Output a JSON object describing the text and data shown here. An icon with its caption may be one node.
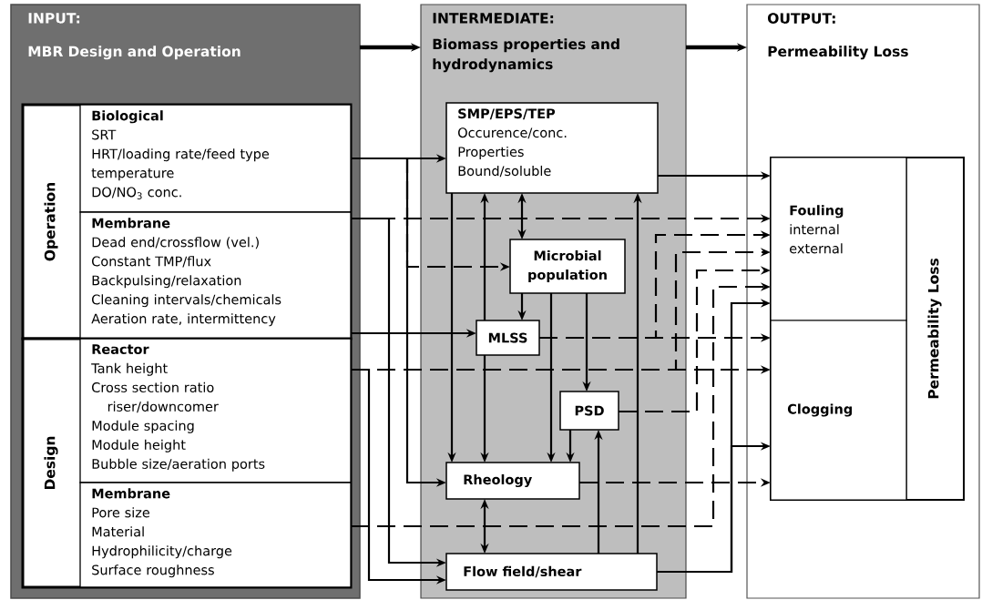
{
  "diagram": {
    "nodes": [
      {
        "text": [
          "INPUT:",
          "MBR Design and Operation"
        ]
      },
      {
        "text": [
          "Operation"
        ],
        "in": 0
      },
      {
        "text": [
          "Biological",
          "SRT",
          "HRT/loading rate/feed type",
          "temperature",
          "DO/NO$_{3}$ conc."
        ],
        "in": 1
      },
      {
        "text": [
          "Membrane",
          "Dead end/crossflow (vel.)",
          "Constant TMP/flux",
          "Backpulsing/relaxation",
          "Cleaning intervals/chemicals",
          "Aeration rate, intermittency"
        ],
        "in": 1
      },
      {
        "text": [
          "Design"
        ],
        "in": 0
      },
      {
        "text": [
          "Reactor",
          "Tank height",
          "Cross section ratio riser/downcomer",
          "Module spacing",
          "Module height",
          "Bubble size/aeration ports"
        ],
        "in": 4
      },
      {
        "text": [
          "Membrane",
          "Pore size",
          "Material",
          "Hydrophilicity/charge",
          "Surface roughness"
        ],
        "in": 4
      },
      {
        "text": [
          "INTERMEDIATE:",
          "Biomass properties and hydrodynamics"
        ]
      },
      {
        "text": [
          "SMP/EPS/TEP",
          "Occurence/conc.",
          "Properties",
          "Bound/soluble"
        ],
        "in": 7
      },
      {
        "text": [
          "Microbial population"
        ],
        "in": 7
      },
      {
        "text": [
          "MLSS"
        ],
        "in": 7
      },
      {
        "text": [
          "PSD"
        ],
        "in": 7
      },
      {
        "text": [
          "Rheology"
        ],
        "in": 7
      },
      {
        "text": [
          "Flow field/shear"
        ],
        "in": 7
      },
      {
        "text": [
          "OUTPUT:",
          "Permeability Loss"
        ]
      },
      {
        "text": [
          "Permeability Loss"
        ],
        "in": 14
      },
      {
        "text": [
          "Fouling",
          "internal",
          "external"
        ],
        "in": 15
      },
      {
        "text": [
          "Clogging"
        ],
        "in": 15
      }
    ],
    "edges": [
      {
        "from": 0,
        "to": 7,
        "arrow": "to",
        "style": "thick"
      },
      {
        "from": 7,
        "to": 14,
        "arrow": "to",
        "style": "thick"
      },
      {
        "from": 2,
        "to": 8,
        "arrow": "to"
      },
      {
        "from": 2,
        "to": 12,
        "arrow": "to"
      },
      {
        "from": 2,
        "to": 9,
        "arrow": "to",
        "style": "dashed"
      },
      {
        "from": 3,
        "to": 16,
        "arrow": "to",
        "style": "dashed"
      },
      {
        "from": 3,
        "to": 13,
        "arrow": "to"
      },
      {
        "from": 3,
        "to": 10,
        "arrow": "to"
      },
      {
        "from": 5,
        "to": 17,
        "arrow": "to",
        "style": "dashed"
      },
      {
        "from": 5,
        "to": 13,
        "arrow": "to"
      },
      {
        "from": 5,
        "to": 16,
        "arrow": "to",
        "style": "dashed"
      },
      {
        "from": 6,
        "to": 16,
        "arrow": "to",
        "style": "dashed"
      },
      {
        "from": 8,
        "to": 16,
        "arrow": "to"
      },
      {
        "from": 8,
        "to": 9,
        "arrow": "both"
      },
      {
        "from": 10,
        "to": 8,
        "arrow": "to"
      },
      {
        "from": 10,
        "to": 12,
        "arrow": "to"
      },
      {
        "from": 9,
        "to": 10,
        "arrow": "to"
      },
      {
        "from": 8,
        "to": 12,
        "arrow": "to"
      },
      {
        "from": 9,
        "to": 12,
        "arrow": "to"
      },
      {
        "from": 9,
        "to": 11,
        "arrow": "to"
      },
      {
        "from": 11,
        "to": 12,
        "arrow": "to"
      },
      {
        "from": 13,
        "to": 11,
        "arrow": "to"
      },
      {
        "from": 13,
        "to": 8,
        "arrow": "to"
      },
      {
        "from": 12,
        "to": 13,
        "arrow": "both"
      },
      {
        "from": 10,
        "to": 17,
        "arrow": "to",
        "style": "dashed"
      },
      {
        "from": 10,
        "to": 16,
        "arrow": "to",
        "style": "dashed"
      },
      {
        "from": 11,
        "to": 16,
        "arrow": "to",
        "style": "dashed"
      },
      {
        "from": 12,
        "to": 17,
        "arrow": "to",
        "style": "dashed"
      },
      {
        "from": 13,
        "to": 16,
        "arrow": "to"
      },
      {
        "from": 13,
        "to": 17,
        "arrow": "to"
      }
    ]
  }
}
